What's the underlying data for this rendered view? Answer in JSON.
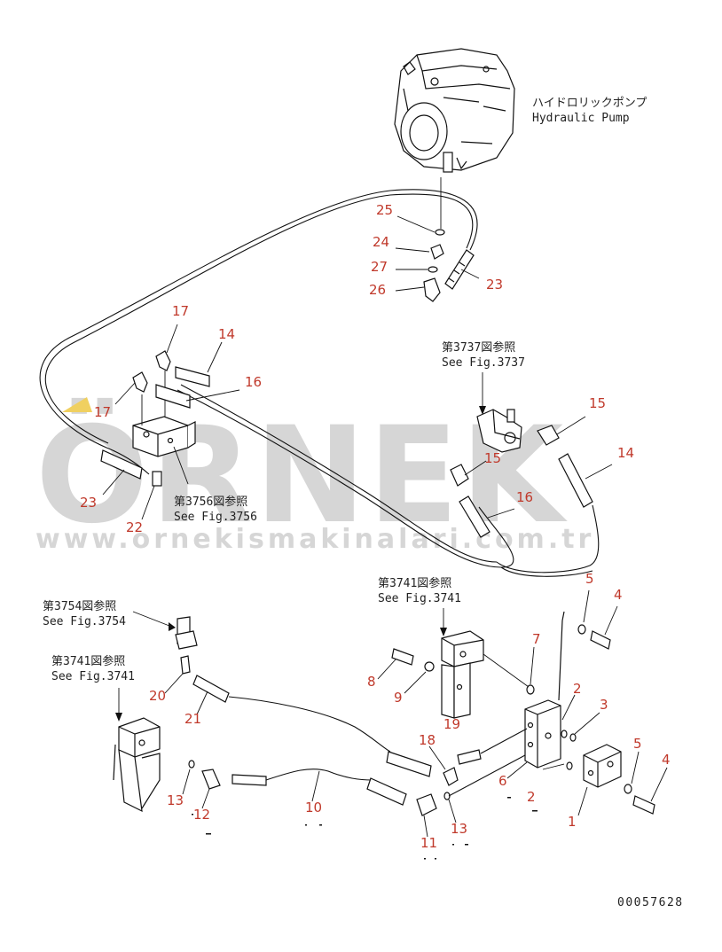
{
  "watermark": {
    "brand": "ÖRNEK",
    "url": "www.ornekismakinalari.com.tr",
    "brand_color": "#d6d6d6",
    "accent_color": "#f0d060"
  },
  "pump": {
    "label_jp": "ハイドロリックポンプ",
    "label_en": "Hydraulic Pump"
  },
  "references": {
    "r3737_jp": "第3737図参照",
    "r3737_en": "See Fig.3737",
    "r3756_jp": "第3756図参照",
    "r3756_en": "See Fig.3756",
    "r3741a_jp": "第3741図参照",
    "r3741a_en": "See Fig.3741",
    "r3754_jp": "第3754図参照",
    "r3754_en": "See Fig.3754",
    "r3741b_jp": "第3741図参照",
    "r3741b_en": "See Fig.3741"
  },
  "callouts": {
    "c25": "25",
    "c24": "24",
    "c27": "27",
    "c26": "26",
    "c23a": "23",
    "c17a": "17",
    "c14a": "14",
    "c16a": "16",
    "c17b": "17",
    "c23b": "23",
    "c22": "22",
    "c15a": "15",
    "c15b": "15",
    "c14b": "14",
    "c16b": "16",
    "c5a": "5",
    "c4a": "4",
    "c7": "7",
    "c8": "8",
    "c9": "9",
    "c19": "19",
    "c2a": "2",
    "c3": "3",
    "c18": "18",
    "c6": "6",
    "c2b": "2",
    "c1": "1",
    "c5b": "5",
    "c4b": "4",
    "c20": "20",
    "c21": "21",
    "c13a": "13",
    "c12": "12",
    "c10": "10",
    "c11": "11",
    "c13b": "13"
  },
  "drawing_number": "00057628",
  "callout_color": "#c0392b"
}
